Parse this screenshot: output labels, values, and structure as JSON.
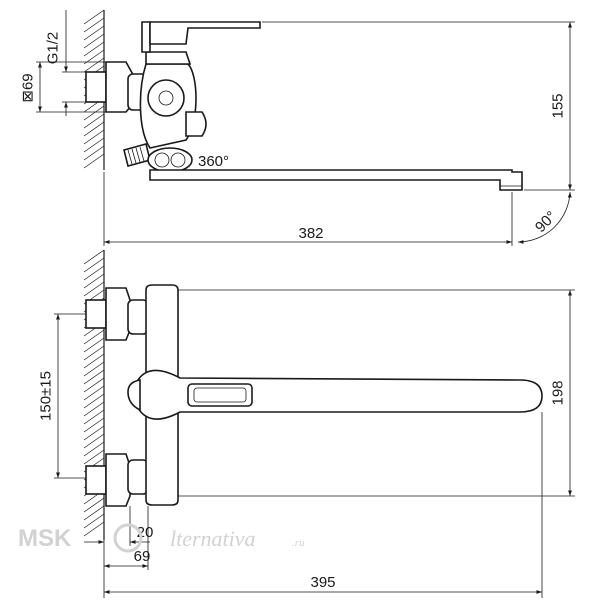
{
  "dimensions": {
    "thread": "G1/2",
    "nut_size": "⊠69",
    "height_top": "155",
    "rotation": "360°",
    "spout_length": "382",
    "spout_angle": "90°",
    "center_distance": "150±15",
    "body_height": "198",
    "wall_offset_small": "20",
    "wall_offset": "69",
    "total_length": "395"
  },
  "watermark": {
    "brand_left": "MSK",
    "brand_right": "lternativa",
    "brand_suffix": ".ru"
  }
}
